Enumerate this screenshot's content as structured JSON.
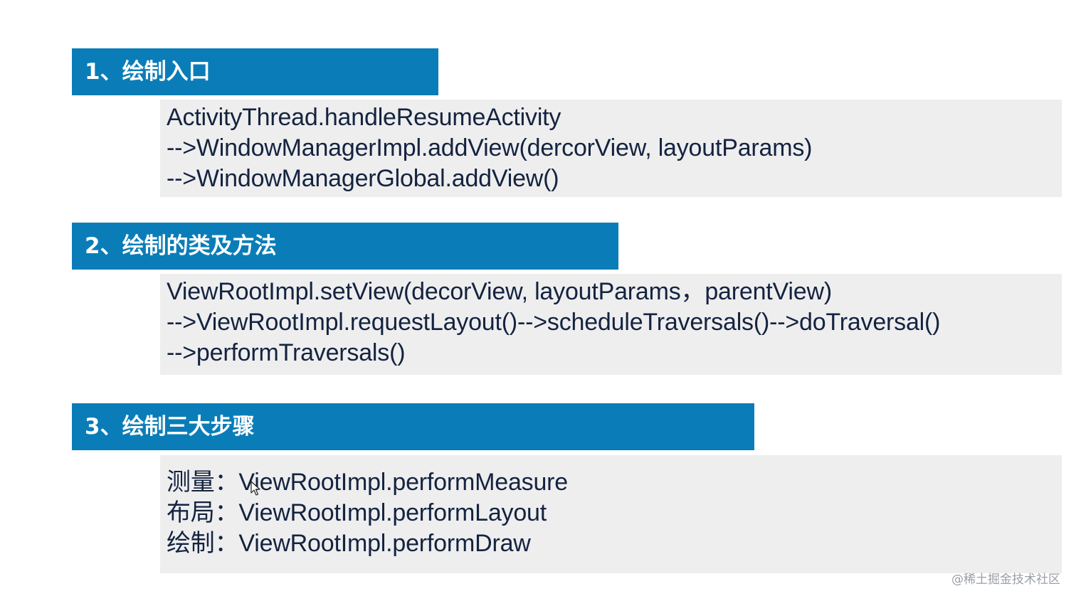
{
  "sections": [
    {
      "title": "1、绘制入口",
      "lines": [
        "ActivityThread.handleResumeActivity",
        "-->WindowManagerImpl.addView(dercorView, layoutParams)",
        "-->WindowManagerGlobal.addView()"
      ]
    },
    {
      "title": "2、绘制的类及方法",
      "lines": [
        "ViewRootImpl.setView(decorView, layoutParams，parentView)",
        "-->ViewRootImpl.requestLayout()-->scheduleTraversals()-->doTraversal()",
        "-->performTraversals()"
      ]
    },
    {
      "title": "3、绘制三大步骤",
      "lines": [
        {
          "label": "测量：",
          "text": "ViewRootImpl.performMeasure"
        },
        {
          "label": "布局：",
          "text": "ViewRootImpl.performLayout"
        },
        {
          "label": "绘制：",
          "text": "ViewRootImpl.performDraw"
        }
      ]
    }
  ],
  "watermark": "@稀土掘金技术社区",
  "colors": {
    "header_bg": "#0a7db8",
    "header_text": "#ffffff",
    "box_bg": "#eeeeef",
    "body_text": "#14233f"
  },
  "icons": {
    "cursor": "mouse-pointer-icon"
  }
}
